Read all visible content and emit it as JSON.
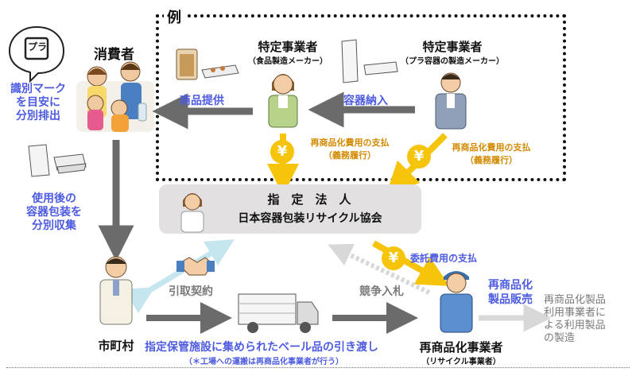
{
  "example_label": "例",
  "consumer": {
    "title": "消費者",
    "note_lines": [
      "識別マーク",
      "を目安に",
      "分別排出"
    ],
    "mark_text": "プラ"
  },
  "business_food": {
    "title": "特定事業者",
    "subtitle": "（食品製造メーカー）"
  },
  "business_container": {
    "title": "特定事業者",
    "subtitle": "（プラ容器の製造メーカー）"
  },
  "flows": {
    "product_supply": "商品提供",
    "container_delivery": "容器納入",
    "recycling_fee_1": [
      "再商品化費用の支払",
      "（義務履行）"
    ],
    "recycling_fee_2": [
      "再商品化費用の支払",
      "（義務履行）"
    ],
    "collection": [
      "使用後の",
      "容器包装を",
      "分別収集"
    ],
    "pickup_contract": "引取契約",
    "commission_fee": "委託費用の支払",
    "bidding": "競争入札",
    "product_sale": [
      "再商品化",
      "製品販売"
    ],
    "handover": "指定保管施設に集められたベール品の引き渡し",
    "handover_note": "（＊工場への運搬は再商品化事業者が行う）"
  },
  "designated_corp": {
    "title": "指　定　法　人",
    "name": "日本容器包装リサイクル協会"
  },
  "municipality": {
    "title": "市町村"
  },
  "recycler": {
    "title": "再商品化事業者",
    "subtitle": "（リサイクル事業者）"
  },
  "end_users": [
    "再商品化製品",
    "利用事業者に",
    "よる利用製品",
    "の製造"
  ],
  "yen_symbol": "¥",
  "colors": {
    "blue_text": "#4d5be0",
    "gold_text": "#d38a00",
    "yellow": "#f6c40a",
    "arrow_grey": "#6b6b6b",
    "light_blue": "#c5e6ee"
  }
}
